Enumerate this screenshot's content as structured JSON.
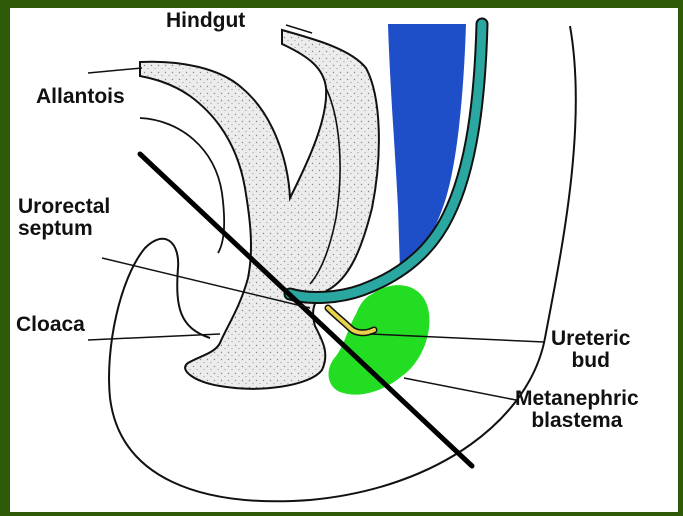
{
  "labels": {
    "hindgut": "Hindgut",
    "allantois": "Allantois",
    "urorectal_septum_line1": "Urorectal",
    "urorectal_septum_line2": "septum",
    "cloaca": "Cloaca",
    "ureteric_bud_line1": "Ureteric",
    "ureteric_bud_line2": "bud",
    "metanephric_blastema_line1": "Metanephric",
    "metanephric_blastema_line2": "blastema"
  },
  "colors": {
    "background": "#2f5a07",
    "panel": "#ffffff",
    "gut_fill": "#ececec",
    "mesonephric_duct": "#1f4fc8",
    "ureter_teal": "#2aa7a0",
    "metanephric_blastema": "#22dd22",
    "ureteric_bud": "#e8d24a",
    "outline": "#111111"
  }
}
